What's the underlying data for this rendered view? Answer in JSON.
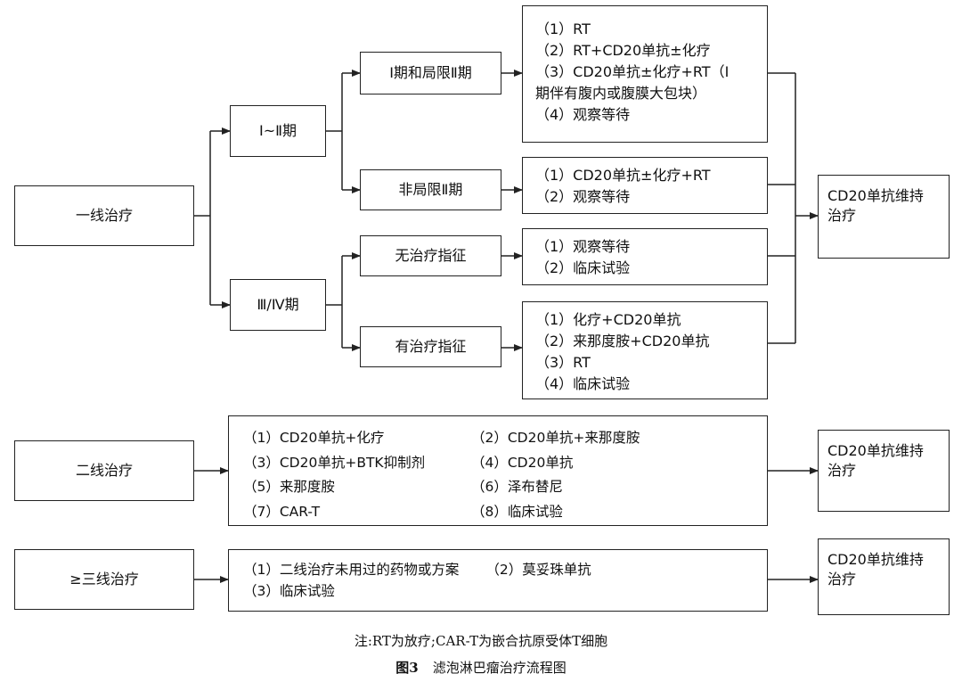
{
  "first_line": {
    "label": "一线治疗",
    "stage12": {
      "label": "Ⅰ~Ⅱ期",
      "localized": {
        "label": "Ⅰ期和局限Ⅱ期",
        "options": [
          "（1）RT",
          "（2）RT+CD20单抗±化疗",
          "（3）CD20单抗±化疗+RT（Ⅰ",
          "期伴有腹内或腹膜大包块）",
          "（4）观察等待"
        ]
      },
      "non_localized": {
        "label": "非局限Ⅱ期",
        "options": [
          "（1）CD20单抗±化疗+RT",
          "（2）观察等待"
        ]
      }
    },
    "stage34": {
      "label": "Ⅲ/Ⅳ期",
      "no_indication": {
        "label": "无治疗指征",
        "options": [
          "（1）观察等待",
          "（2）临床试验"
        ]
      },
      "indication": {
        "label": "有治疗指征",
        "options": [
          "（1）化疗+CD20单抗",
          "（2）来那度胺+CD20单抗",
          "（3）RT",
          "（4）临床试验"
        ]
      }
    },
    "maintenance": [
      "CD20单抗维持",
      "治疗"
    ]
  },
  "second_line": {
    "label": "二线治疗",
    "options": [
      "（1）CD20单抗+化疗",
      "（2）CD20单抗+来那度胺",
      "（3）CD20单抗+BTK抑制剂",
      "（4）CD20单抗",
      "（5）来那度胺",
      "（6）泽布替尼",
      "（7）CAR-T",
      "（8）临床试验"
    ],
    "maintenance": [
      "CD20单抗维持",
      "治疗"
    ]
  },
  "third_line": {
    "label": "≥三线治疗",
    "options": [
      "（1）二线治疗未用过的药物或方案",
      "（2）莫妥珠单抗",
      "（3）临床试验"
    ],
    "maintenance": [
      "CD20单抗维持",
      "治疗"
    ]
  },
  "footnote": "注:RT为放疗;CAR-T为嵌合抗原受体T细胞",
  "caption": {
    "label": "图3",
    "title": "滤泡淋巴瘤治疗流程图"
  }
}
